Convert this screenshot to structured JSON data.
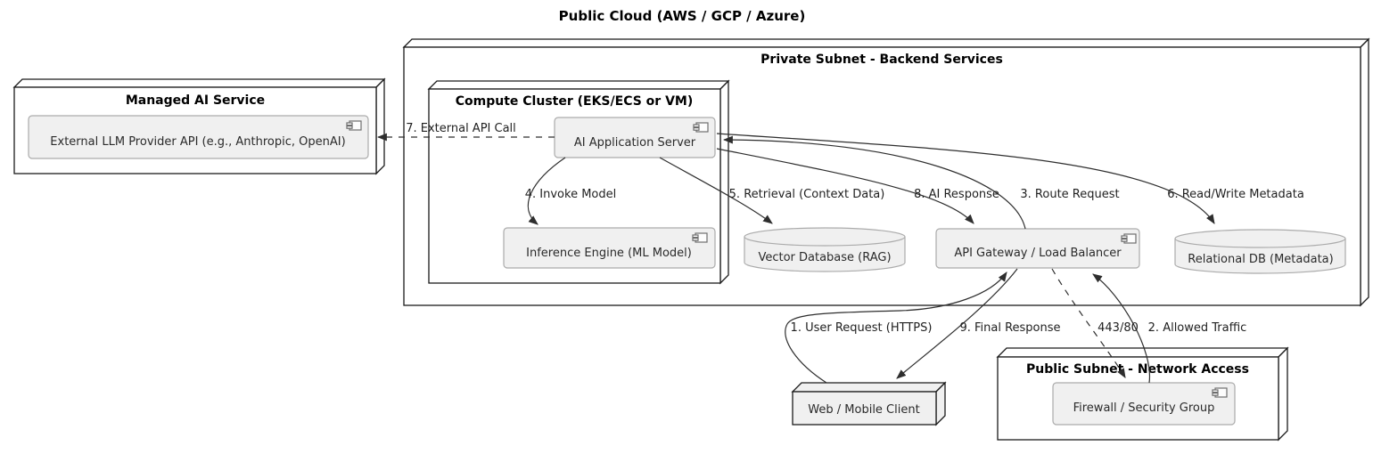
{
  "diagram": {
    "title": "Public Cloud (AWS / GCP / Azure)",
    "type": "deployment-diagram"
  },
  "nodes": {
    "managed_ai": {
      "title": "Managed AI Service"
    },
    "private_subnet": {
      "title": "Private Subnet - Backend Services"
    },
    "compute_cluster": {
      "title": "Compute Cluster (EKS/ECS or VM)"
    },
    "public_subnet": {
      "title": "Public Subnet - Network Access"
    },
    "web_client": {
      "label": "Web / Mobile Client"
    }
  },
  "components": {
    "llm_api": {
      "label": "External LLM Provider API (e.g., Anthropic, OpenAI)"
    },
    "ai_server": {
      "label": "AI Application Server"
    },
    "inference_engine": {
      "label": "Inference Engine (ML Model)"
    },
    "api_gateway": {
      "label": "API Gateway / Load Balancer"
    },
    "firewall": {
      "label": "Firewall / Security Group"
    }
  },
  "databases": {
    "vector_db": {
      "label": "Vector Database (RAG)"
    },
    "relational_db": {
      "label": "Relational DB (Metadata)"
    }
  },
  "edges": {
    "user_request": {
      "label": "1. User Request (HTTPS)",
      "from": "web_client",
      "to": "api_gateway",
      "style": "solid"
    },
    "allowed_traffic": {
      "label": "2. Allowed Traffic",
      "from": "firewall",
      "to": "api_gateway",
      "style": "solid"
    },
    "route_request": {
      "label": "3. Route Request",
      "from": "api_gateway",
      "to": "ai_server",
      "style": "solid"
    },
    "invoke_model": {
      "label": "4. Invoke Model",
      "from": "ai_server",
      "to": "inference_engine",
      "style": "solid"
    },
    "retrieval": {
      "label": "5. Retrieval (Context Data)",
      "from": "ai_server",
      "to": "vector_db",
      "style": "solid"
    },
    "metadata": {
      "label": "6. Read/Write Metadata",
      "from": "ai_server",
      "to": "relational_db",
      "style": "solid"
    },
    "external_call": {
      "label": "7. External API Call",
      "from": "ai_server",
      "to": "llm_api",
      "style": "dashed"
    },
    "ai_response": {
      "label": "8. AI Response",
      "from": "ai_server",
      "to": "api_gateway",
      "style": "solid"
    },
    "final_response": {
      "label": "9. Final Response",
      "from": "api_gateway",
      "to": "web_client",
      "style": "solid"
    },
    "port": {
      "label": "443/80",
      "from": "api_gateway",
      "to": "firewall",
      "style": "dashed"
    }
  },
  "icons": {
    "component": "component-icon"
  },
  "colors": {
    "background": "#ffffff",
    "node_fill": "#ffffff",
    "node_border": "#1b1b1b",
    "component_fill": "#f0f0f0",
    "component_border": "#ababab",
    "client_fill": "#f0f0f0",
    "arrow": "#2e2e2e",
    "text": "#1a1a1a"
  }
}
